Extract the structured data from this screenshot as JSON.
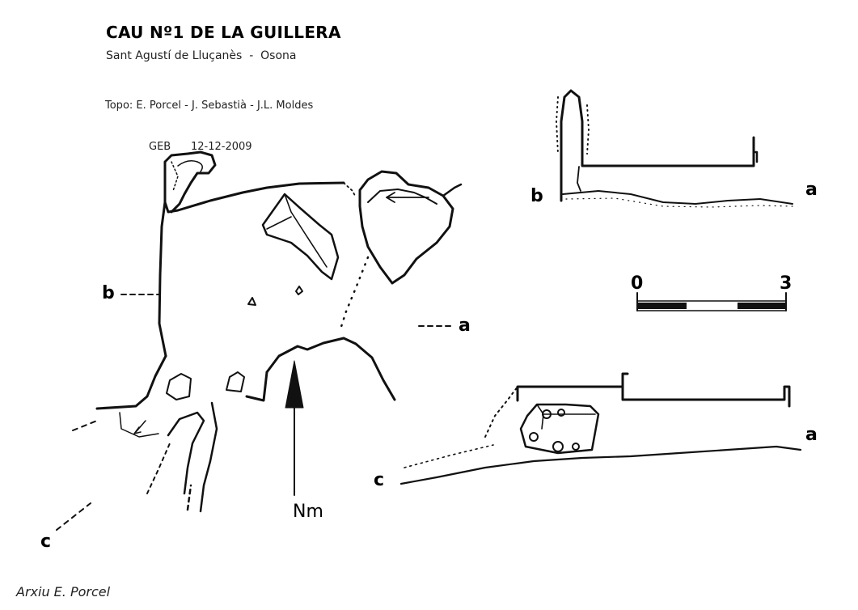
{
  "header": {
    "title": "CAU Nº1 DE LA GUILLERA",
    "location": "Sant Agustí de Lluçanès  -  Osona",
    "topo": "Topo: E. Porcel - J. Sebastià - J.L. Moldes",
    "group_date": "GEB      12-12-2009"
  },
  "plan": {
    "north_label": "Nm",
    "section_labels": {
      "a": "a",
      "b": "b",
      "c": "c"
    }
  },
  "scale_bar": {
    "start": "0",
    "end": "3"
  },
  "section_top": {
    "left_label": "b",
    "right_label": "a"
  },
  "section_bottom": {
    "left_label": "c",
    "right_label": "a"
  },
  "footer": {
    "archive": "Arxiu E. Porcel"
  }
}
